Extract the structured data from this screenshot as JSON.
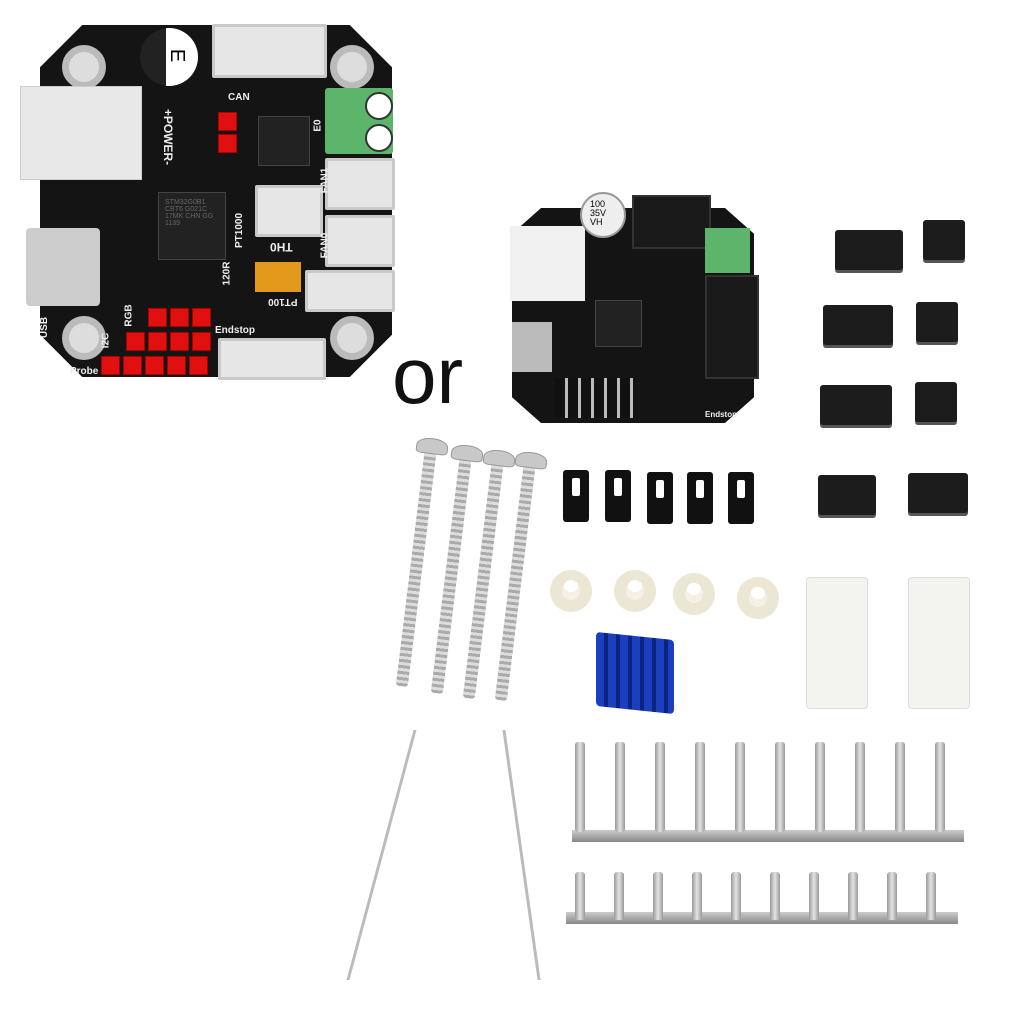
{
  "separator_text": "or",
  "board_large": {
    "labels": {
      "can": "CAN",
      "power": "+POWER-",
      "e0": "E0",
      "fan1": "FAN1",
      "fan0": "FAN0",
      "pt1000": "PT1000",
      "th0": "TH0",
      "r120": "120R",
      "pt100": "PT100",
      "endstop": "Endstop",
      "usb": "USB",
      "rgb": "RGB",
      "i2c": "I2C",
      "probe": "Probe"
    },
    "chip_text": "STM32G0B1 CBT6 G021C 17MK CHN GG 1139",
    "capacitor_mark": "E",
    "colors": {
      "pcb": "#141414",
      "header": "#e01010",
      "terminal": "#5db56b"
    }
  },
  "board_small": {
    "labels": {
      "endstop": "Endstop"
    },
    "capacitor_mark": "100 35V VH"
  }
}
